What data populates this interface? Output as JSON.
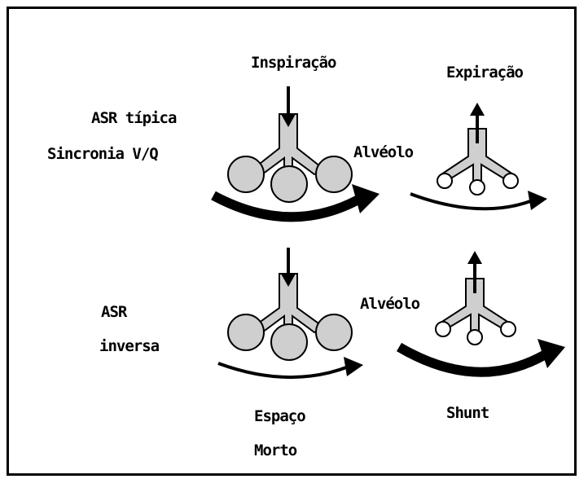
{
  "labels": {
    "inspiracao": "Inspiração",
    "expiracao": "Expiração",
    "asr_tipica": "ASR típica",
    "sincronia": "Sincronia   V/Q",
    "alveolo_top": "Alvéolo",
    "asr": "ASR",
    "inversa": "inversa",
    "alveolo_bottom": "Alvéolo",
    "espaco": "Espaço",
    "morto": "Morto",
    "shunt": "Shunt"
  },
  "colors": {
    "airway_fill": "#cfcfcf",
    "alveolus_fill": "#cfcfcf",
    "stroke": "#000000",
    "frame": "#000000"
  },
  "icons": {
    "airflow_arrow": "down-arrow / up-arrow",
    "perfusion_arrow": "curved-arrow-right"
  }
}
